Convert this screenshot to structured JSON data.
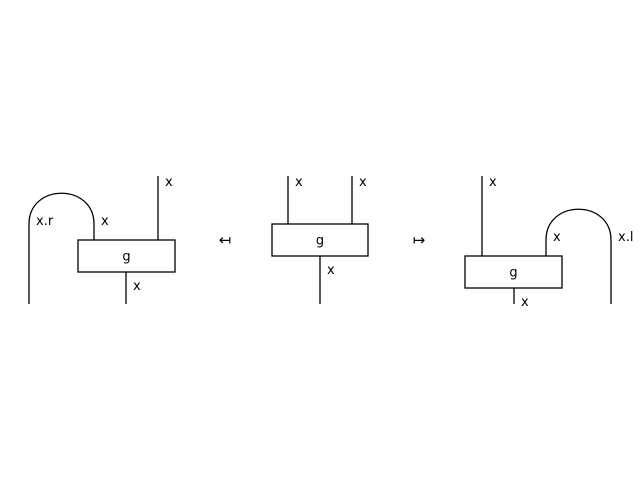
{
  "left": {
    "box_label": "g",
    "cup_label": "x.r",
    "inner_wire_label": "x",
    "top_wire_label": "x",
    "bottom_wire_label": "x"
  },
  "left_arrow": "↤",
  "center": {
    "box_label": "g",
    "top_left_label": "x",
    "top_right_label": "x",
    "bottom_label": "x"
  },
  "right_arrow": "↦",
  "right": {
    "box_label": "g",
    "top_wire_label": "x",
    "inner_wire_label": "x",
    "cup_label": "x.l",
    "bottom_wire_label": "x"
  }
}
